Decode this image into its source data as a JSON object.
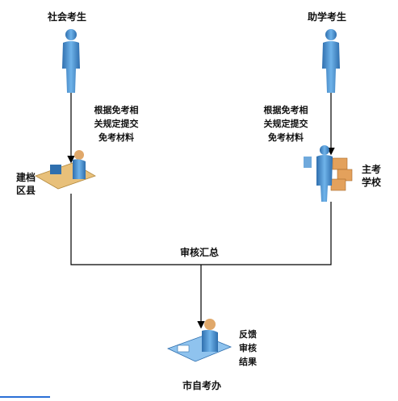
{
  "nodes": {
    "social_candidate": {
      "label": "社会考生",
      "icon": "person-icon"
    },
    "assisted_candidate": {
      "label": "助学考生",
      "icon": "person-icon"
    },
    "district_office": {
      "label_line1": "建档",
      "label_line2": "区县",
      "icon": "desk-worker-icon"
    },
    "main_school": {
      "label_line1": "主考",
      "label_line2": "学校",
      "icon": "clerk-with-files-icon"
    },
    "city_office": {
      "label": "市自考办",
      "icon": "office-worker-icon"
    }
  },
  "edges": {
    "left_submit": {
      "line1": "根据免考相",
      "line2": "关规定提交",
      "line3": "免考材料"
    },
    "right_submit": {
      "line1": "根据免考相",
      "line2": "关规定提交",
      "line3": "免考材料"
    },
    "review_summary": {
      "label": "审核汇总"
    },
    "feedback": {
      "line1": "反馈",
      "line2": "审核",
      "line3": "结果"
    }
  },
  "colors": {
    "person": "#4a8fd0",
    "line": "#000000",
    "desk": "#e8c07a",
    "box": "#e3a15c"
  }
}
